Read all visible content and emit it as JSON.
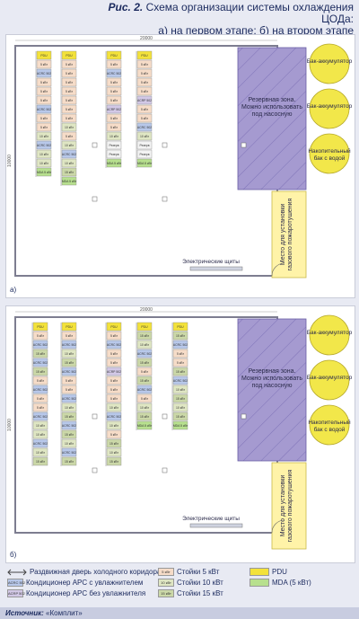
{
  "title": {
    "fig": "Рис. 2.",
    "line1": "Схема организации системы охлаждения ЦОДа:",
    "line2": "а) на первом этапе; б) на втором этапе"
  },
  "plans": {
    "a": {
      "panel_label": "а)",
      "width_label": "20000",
      "height_label": "10000",
      "reserve": "Резервная зона. Можно использовать под насосную",
      "gas": "Место для установки газового пожаротушения",
      "electrical": "Электрические щиты",
      "tanks": [
        "Бак-аккумулятор",
        "Бак-аккумулятор",
        "Накопительный бак с водой"
      ],
      "columns": [
        [
          "PDU",
          "5 кВт",
          "ACRC 502",
          "5 кВт",
          "5 кВт",
          "5 кВт",
          "ACRC 502",
          "5 кВт",
          "5 кВт",
          "10 кВт",
          "ACRC 502",
          "10 кВт",
          "10 кВт",
          "MDA 5 кВт"
        ],
        [
          "PDU",
          "5 кВт",
          "5 кВт",
          "5 кВт",
          "5 кВт",
          "5 кВт",
          "5 кВт",
          "5 кВт",
          "10 кВт",
          "5 кВт",
          "10 кВт",
          "ACRC 502",
          "10 кВт",
          "15 кВт",
          "MDA 5 кВт"
        ],
        [
          "PDU",
          "5 кВт",
          "ACRC 502",
          "5 кВт",
          "5 кВт",
          "5 кВт",
          "ACRP 502",
          "5 кВт",
          "5 кВт",
          "10 кВт",
          "Резерв",
          "Резерв",
          "MDA 5 кВт"
        ],
        [
          "PDU",
          "5 кВт",
          "5 кВт",
          "5 кВт",
          "5 кВт",
          "ACRP 502",
          "5 кВт",
          "5 кВт",
          "ACRC 502",
          "10 кВт",
          "Резерв",
          "Резерв",
          "MDA 5 кВт"
        ]
      ]
    },
    "b": {
      "panel_label": "б)",
      "width_label": "20000",
      "height_label": "10000",
      "reserve": "Резервная зона. Можно использовать под насосную",
      "gas": "Место для установки газового пожаротушения",
      "electrical": "Электрические щиты",
      "tanks": [
        "Бак-аккумулятор",
        "Бак-аккумулятор",
        "Накопительный бак с водой"
      ],
      "columns": [
        [
          "PDU",
          "5 кВт",
          "ACRC 502",
          "15 кВт",
          "ACRC 502",
          "15 кВт",
          "5 кВт",
          "ACRC 502",
          "5 кВт",
          "5 кВт",
          "ACRC 502",
          "10 кВт",
          "10 кВт",
          "ACRC 502",
          "10 кВт",
          "15 кВт"
        ],
        [
          "PDU",
          "5 кВт",
          "ACRC 502",
          "10 кВт",
          "15 кВт",
          "ACRC 502",
          "5 кВт",
          "5 кВт",
          "ACRC 502",
          "10 кВт",
          "15 кВт",
          "ACRC 502",
          "15 кВт",
          "10 кВт",
          "ACRC 502",
          "15 кВт"
        ],
        [
          "PDU",
          "5 кВт",
          "ACRC 502",
          "5 кВт",
          "5 кВт",
          "ACRP 502",
          "5 кВт",
          "5 кВт",
          "5 кВт",
          "10 кВт",
          "ACRC 502",
          "10 кВт",
          "5 кВт",
          "15 кВт",
          "10 кВт",
          "15 кВт"
        ],
        [
          "PDU",
          "15 кВт",
          "10 кВт",
          "ACRC 502",
          "15 кВт",
          "5 кВт",
          "15 кВт",
          "ACRC 502",
          "5 кВт",
          "10 кВт",
          "15 кВт",
          "MDA 5 кВт"
        ],
        [
          "PDU",
          "15 кВт",
          "ACRC 502",
          "5 кВт",
          "5 кВт",
          "15 кВт",
          "ACRC 502",
          "10 кВт",
          "15 кВт",
          "10 кВт",
          "15 кВт",
          "MDA 5 кВт"
        ]
      ]
    }
  },
  "legend": {
    "door": "Раздвижная дверь холодного коридора",
    "acrc_swatch": "ACRC 502",
    "acrc": "Кондиционер APC с увлажнителем",
    "acrp_swatch": "ACRP 502",
    "acrp": "Кондиционер APC без увлажнителя",
    "r5_swatch": "5 кВт",
    "r5": "Стойки 5 кВт",
    "r10_swatch": "10 кВт",
    "r10": "Стойки 10 кВт",
    "r15_swatch": "15 кВт",
    "r15": "Стойки 15 кВт",
    "pdu": "PDU",
    "mda": "MDA (5 кВт)"
  },
  "source": {
    "label": "Источник:",
    "text": "«Комплит»"
  },
  "colors": {
    "r5": "#f6dcc8",
    "r10": "#dfe6c3",
    "r15": "#cbd8a8",
    "acrc": "#b8c8ea",
    "acrp": "#d2c8e6",
    "pdu": "#f3e23a",
    "mda": "#b7e08e",
    "reserve": "#a59ad0",
    "gas": "#fff3a8",
    "tank": "#f2e74a",
    "wall": "#7d7d90"
  }
}
